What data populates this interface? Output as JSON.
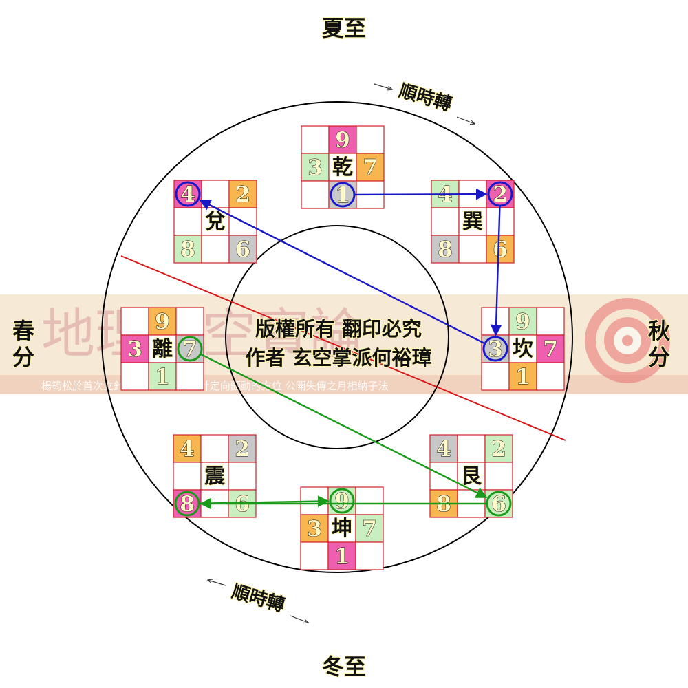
{
  "labels": {
    "summer": "夏至",
    "winter": "冬至",
    "spring": "春分",
    "autumn": "秋分",
    "rotation_top": "順時轉",
    "rotation_bottom": "順時轉"
  },
  "center": {
    "line1": "版權所有 翻印必究",
    "line2": "作者 玄空掌派何裕璋"
  },
  "watermark": {
    "title": "地理玄空實論",
    "subtitle": "楊筠松於首次立針兼分金 七十四年針定向顫動的方位 公開失傳之月相納子法"
  },
  "colors": {
    "pink": "#ef5fb0",
    "orange": "#f7b650",
    "green": "#c9efc0",
    "gray": "#c8c8c8",
    "grid_line": "#d0202a",
    "blue_path": "#1818c8",
    "green_path": "#1a9a1a",
    "divider": "#d81818"
  },
  "grids": [
    {
      "id": "qian",
      "trigram": "乾",
      "cells": [
        [
          "",
          "9",
          ""
        ],
        [
          "3",
          "乾",
          "7"
        ],
        [
          "",
          "1",
          ""
        ]
      ],
      "fills": [
        [
          "",
          "pink",
          ""
        ],
        [
          "green",
          "",
          "orange"
        ],
        [
          "",
          "gray",
          ""
        ]
      ],
      "circled": [
        [
          2,
          1,
          "blue"
        ]
      ]
    },
    {
      "id": "dui",
      "trigram": "兌",
      "cells": [
        [
          "4",
          "",
          "2"
        ],
        [
          "",
          "兌",
          ""
        ],
        [
          "8",
          "",
          "6"
        ]
      ],
      "fills": [
        [
          "pink",
          "",
          "orange"
        ],
        [
          "",
          "",
          ""
        ],
        [
          "green",
          "",
          "gray"
        ]
      ],
      "circled": [
        [
          0,
          0,
          "blue"
        ]
      ]
    },
    {
      "id": "xun",
      "trigram": "巽",
      "cells": [
        [
          "4",
          "",
          "2"
        ],
        [
          "",
          "巽",
          ""
        ],
        [
          "8",
          "",
          "6"
        ]
      ],
      "fills": [
        [
          "green",
          "",
          "pink"
        ],
        [
          "",
          "",
          ""
        ],
        [
          "gray",
          "",
          "orange"
        ]
      ],
      "circled": [
        [
          0,
          2,
          "blue"
        ]
      ]
    },
    {
      "id": "li",
      "trigram": "離",
      "cells": [
        [
          "",
          "9",
          ""
        ],
        [
          "3",
          "離",
          "7"
        ],
        [
          "",
          "1",
          ""
        ]
      ],
      "fills": [
        [
          "",
          "orange",
          ""
        ],
        [
          "pink",
          "",
          "gray"
        ],
        [
          "",
          "green",
          ""
        ]
      ],
      "circled": [
        [
          1,
          2,
          "green"
        ]
      ]
    },
    {
      "id": "kan",
      "trigram": "坎",
      "cells": [
        [
          "",
          "9",
          ""
        ],
        [
          "3",
          "坎",
          "7"
        ],
        [
          "",
          "1",
          ""
        ]
      ],
      "fills": [
        [
          "",
          "green",
          ""
        ],
        [
          "gray",
          "",
          "pink"
        ],
        [
          "",
          "orange",
          ""
        ]
      ],
      "circled": [
        [
          1,
          0,
          "blue"
        ]
      ]
    },
    {
      "id": "zhen",
      "trigram": "震",
      "cells": [
        [
          "4",
          "",
          "2"
        ],
        [
          "",
          "震",
          ""
        ],
        [
          "8",
          "",
          "6"
        ]
      ],
      "fills": [
        [
          "orange",
          "",
          "gray"
        ],
        [
          "",
          "",
          ""
        ],
        [
          "pink",
          "",
          "green"
        ]
      ],
      "circled": [
        [
          2,
          0,
          "green"
        ]
      ]
    },
    {
      "id": "gen",
      "trigram": "艮",
      "cells": [
        [
          "4",
          "",
          "2"
        ],
        [
          "",
          "艮",
          ""
        ],
        [
          "8",
          "",
          "6"
        ]
      ],
      "fills": [
        [
          "gray",
          "",
          "green"
        ],
        [
          "",
          "",
          ""
        ],
        [
          "orange",
          "",
          "green"
        ]
      ],
      "circled": [
        [
          2,
          2,
          "green"
        ]
      ]
    },
    {
      "id": "kun",
      "trigram": "坤",
      "cells": [
        [
          "",
          "9",
          ""
        ],
        [
          "3",
          "坤",
          "7"
        ],
        [
          "",
          "1",
          ""
        ]
      ],
      "fills": [
        [
          "",
          "green",
          ""
        ],
        [
          "orange",
          "",
          "green"
        ],
        [
          "",
          "pink",
          ""
        ]
      ],
      "circled": [
        [
          0,
          1,
          "green"
        ]
      ]
    }
  ],
  "paths": {
    "blue": [
      "qian:1",
      "xun:2",
      "kan:3",
      "dui:4"
    ],
    "green": [
      "li:7",
      "gen:6",
      "zhen:8",
      "kun:9"
    ]
  }
}
